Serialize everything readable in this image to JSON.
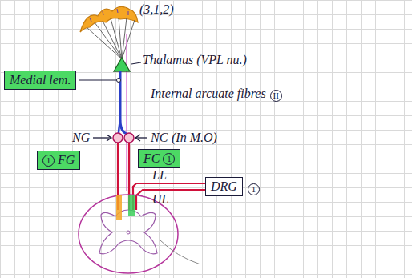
{
  "diagram": {
    "nodes": [
      {
        "text": [
          "Medial lem."
        ]
      },
      {
        "text": [
          "1",
          "FG"
        ]
      },
      {
        "text": [
          "FC",
          "1"
        ]
      },
      {
        "text": [
          "DRG"
        ]
      }
    ],
    "labels": [
      "(3,1,2)",
      "Thalamus (VPL nu.)",
      "Internal arcuate fibres",
      "II",
      "NG",
      "NC",
      "(In M.O)",
      "LL",
      "UL",
      "1"
    ]
  }
}
